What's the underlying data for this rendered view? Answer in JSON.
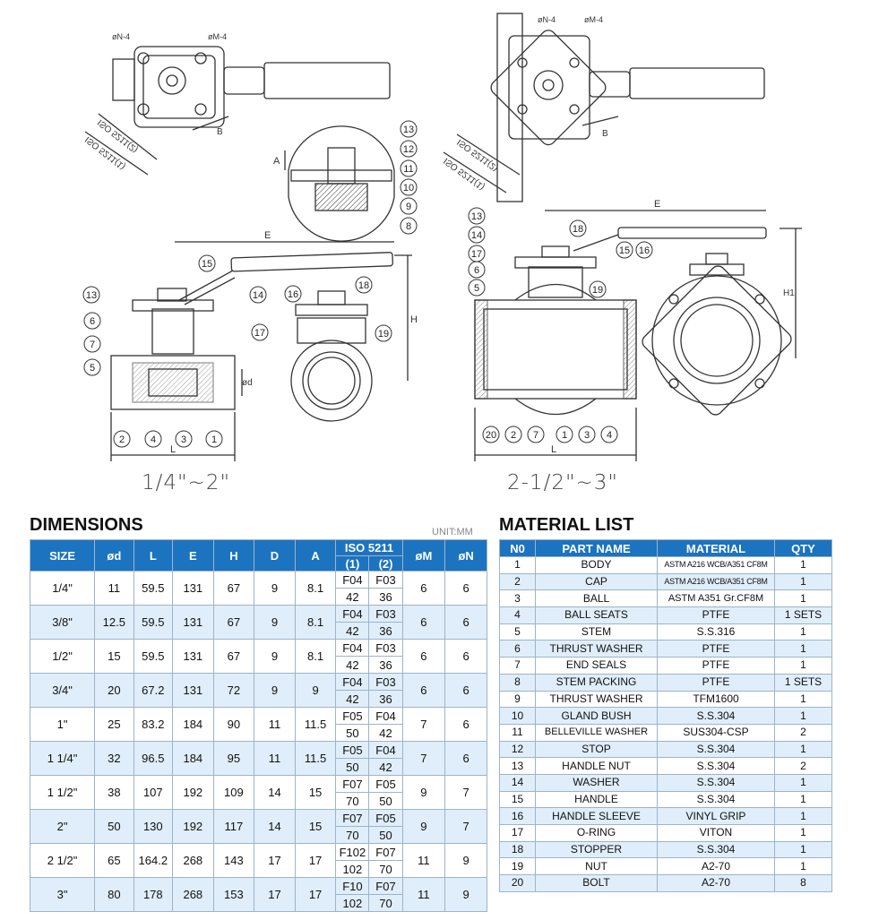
{
  "drawing_labels": {
    "small_range": "1/4\"~2\"",
    "large_range": "2-1/2\"~3\"",
    "dims": {
      "phi_n": "øN-4",
      "phi_m": "øM-4",
      "iso2": "ISO 5211(2)",
      "iso1": "ISO 5211(1)",
      "a": "A",
      "b": "B",
      "e": "E",
      "h": "H",
      "h1": "H1",
      "l": "L",
      "phi_d": "ød"
    },
    "callouts_small": [
      "13",
      "12",
      "11",
      "10",
      "9",
      "8",
      "15",
      "14",
      "16",
      "18",
      "6",
      "7",
      "5",
      "17",
      "19",
      "2",
      "4",
      "3",
      "1"
    ],
    "callouts_large": [
      "13",
      "14",
      "17",
      "6",
      "5",
      "18",
      "15",
      "16",
      "19",
      "20",
      "2",
      "7",
      "1",
      "3",
      "4"
    ]
  },
  "dimensions": {
    "title": "DIMENSIONS",
    "unit": "UNIT:MM",
    "headers": {
      "size": "SIZE",
      "od": "ød",
      "l": "L",
      "e": "E",
      "h": "H",
      "d": "D",
      "a": "A",
      "iso": "ISO 5211",
      "iso1": "(1)",
      "iso2": "(2)",
      "om": "øM",
      "on": "øN"
    },
    "rows": [
      {
        "size": "1/4\"",
        "od": "11",
        "l": "59.5",
        "e": "131",
        "h": "67",
        "d": "9",
        "a": "8.1",
        "iso1_top": "F04",
        "iso2_top": "F03",
        "iso1_bot": "42",
        "iso2_bot": "36",
        "om": "6",
        "on": "6"
      },
      {
        "size": "3/8\"",
        "od": "12.5",
        "l": "59.5",
        "e": "131",
        "h": "67",
        "d": "9",
        "a": "8.1",
        "iso1_top": "F04",
        "iso2_top": "F03",
        "iso1_bot": "42",
        "iso2_bot": "36",
        "om": "6",
        "on": "6"
      },
      {
        "size": "1/2\"",
        "od": "15",
        "l": "59.5",
        "e": "131",
        "h": "67",
        "d": "9",
        "a": "8.1",
        "iso1_top": "F04",
        "iso2_top": "F03",
        "iso1_bot": "42",
        "iso2_bot": "36",
        "om": "6",
        "on": "6"
      },
      {
        "size": "3/4\"",
        "od": "20",
        "l": "67.2",
        "e": "131",
        "h": "72",
        "d": "9",
        "a": "9",
        "iso1_top": "F04",
        "iso2_top": "F03",
        "iso1_bot": "42",
        "iso2_bot": "36",
        "om": "6",
        "on": "6"
      },
      {
        "size": "1\"",
        "od": "25",
        "l": "83.2",
        "e": "184",
        "h": "90",
        "d": "11",
        "a": "11.5",
        "iso1_top": "F05",
        "iso2_top": "F04",
        "iso1_bot": "50",
        "iso2_bot": "42",
        "om": "7",
        "on": "6"
      },
      {
        "size": "1 1/4\"",
        "od": "32",
        "l": "96.5",
        "e": "184",
        "h": "95",
        "d": "11",
        "a": "11.5",
        "iso1_top": "F05",
        "iso2_top": "F04",
        "iso1_bot": "50",
        "iso2_bot": "42",
        "om": "7",
        "on": "6"
      },
      {
        "size": "1 1/2\"",
        "od": "38",
        "l": "107",
        "e": "192",
        "h": "109",
        "d": "14",
        "a": "15",
        "iso1_top": "F07",
        "iso2_top": "F05",
        "iso1_bot": "70",
        "iso2_bot": "50",
        "om": "9",
        "on": "7"
      },
      {
        "size": "2\"",
        "od": "50",
        "l": "130",
        "e": "192",
        "h": "117",
        "d": "14",
        "a": "15",
        "iso1_top": "F07",
        "iso2_top": "F05",
        "iso1_bot": "70",
        "iso2_bot": "50",
        "om": "9",
        "on": "7"
      },
      {
        "size": "2 1/2\"",
        "od": "65",
        "l": "164.2",
        "e": "268",
        "h": "143",
        "d": "17",
        "a": "17",
        "iso1_top": "F102",
        "iso2_top": "F07",
        "iso1_bot": "102",
        "iso2_bot": "70",
        "om": "11",
        "on": "9"
      },
      {
        "size": "3\"",
        "od": "80",
        "l": "178",
        "e": "268",
        "h": "153",
        "d": "17",
        "a": "17",
        "iso1_top": "F10",
        "iso2_top": "F07",
        "iso1_bot": "102",
        "iso2_bot": "70",
        "om": "11",
        "on": "9"
      }
    ]
  },
  "materials": {
    "title": "MATERIAL LIST",
    "headers": {
      "no": "N0",
      "part": "PART NAME",
      "material": "MATERIAL",
      "qty": "QTY"
    },
    "rows": [
      {
        "no": "1",
        "part": "BODY",
        "material": "ASTM A216 WCB/A351 CF8M",
        "qty": "1"
      },
      {
        "no": "2",
        "part": "CAP",
        "material": "ASTM A216 WCB/A351 CF8M",
        "qty": "1"
      },
      {
        "no": "3",
        "part": "BALL",
        "material": "ASTM A351 Gr.CF8M",
        "qty": "1"
      },
      {
        "no": "4",
        "part": "BALL SEATS",
        "material": "PTFE",
        "qty": "1 SETS"
      },
      {
        "no": "5",
        "part": "STEM",
        "material": "S.S.316",
        "qty": "1"
      },
      {
        "no": "6",
        "part": "THRUST WASHER",
        "material": "PTFE",
        "qty": "1"
      },
      {
        "no": "7",
        "part": "END SEALS",
        "material": "PTFE",
        "qty": "1"
      },
      {
        "no": "8",
        "part": "STEM PACKING",
        "material": "PTFE",
        "qty": "1 SETS"
      },
      {
        "no": "9",
        "part": "THRUST WASHER",
        "material": "TFM1600",
        "qty": "1"
      },
      {
        "no": "10",
        "part": "GLAND BUSH",
        "material": "S.S.304",
        "qty": "1"
      },
      {
        "no": "11",
        "part": "BELLEVILLE WASHER",
        "material": "SUS304-CSP",
        "qty": "2"
      },
      {
        "no": "12",
        "part": "STOP",
        "material": "S.S.304",
        "qty": "1"
      },
      {
        "no": "13",
        "part": "HANDLE NUT",
        "material": "S.S.304",
        "qty": "2"
      },
      {
        "no": "14",
        "part": "WASHER",
        "material": "S.S.304",
        "qty": "1"
      },
      {
        "no": "15",
        "part": "HANDLE",
        "material": "S.S.304",
        "qty": "1"
      },
      {
        "no": "16",
        "part": "HANDLE SLEEVE",
        "material": "VINYL GRIP",
        "qty": "1"
      },
      {
        "no": "17",
        "part": "O-RING",
        "material": "VITON",
        "qty": "1"
      },
      {
        "no": "18",
        "part": "STOPPER",
        "material": "S.S.304",
        "qty": "1"
      },
      {
        "no": "19",
        "part": "NUT",
        "material": "A2-70",
        "qty": "1"
      },
      {
        "no": "20",
        "part": "BOLT",
        "material": "A2-70",
        "qty": "8"
      }
    ]
  },
  "colors": {
    "header_blue": "#1c73c0",
    "row_alt": "#dfeefa",
    "line": "#333333"
  }
}
